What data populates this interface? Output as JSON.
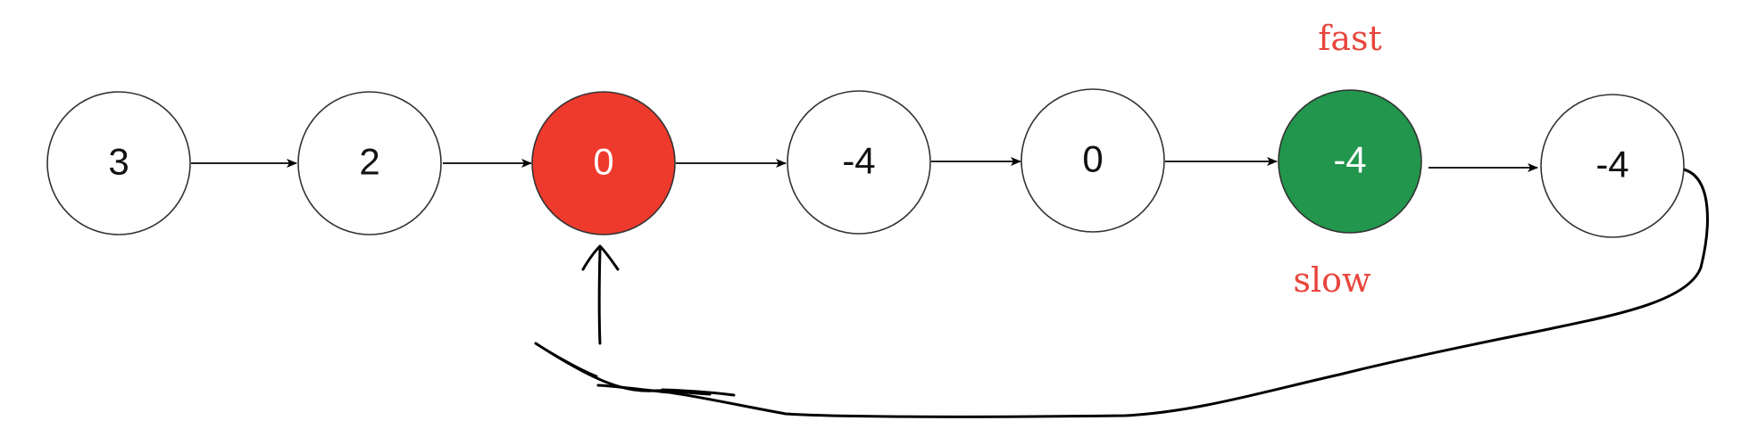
{
  "nodes": [
    {
      "label": "3",
      "fill": "#ffffff"
    },
    {
      "label": "2",
      "fill": "#ffffff"
    },
    {
      "label": "0",
      "fill": "#ee3a2c"
    },
    {
      "label": "-4",
      "fill": "#ffffff"
    },
    {
      "label": "0",
      "fill": "#ffffff"
    },
    {
      "label": "-4",
      "fill": "#21964c"
    },
    {
      "label": "-4",
      "fill": "#ffffff"
    }
  ],
  "pointers": {
    "fast": {
      "label": "fast",
      "node_index": 5,
      "color": "#e8453c"
    },
    "slow": {
      "label": "slow",
      "node_index": 5,
      "color": "#e8453c"
    }
  },
  "cycle": {
    "from_node_index": 6,
    "to_node_index": 2
  }
}
